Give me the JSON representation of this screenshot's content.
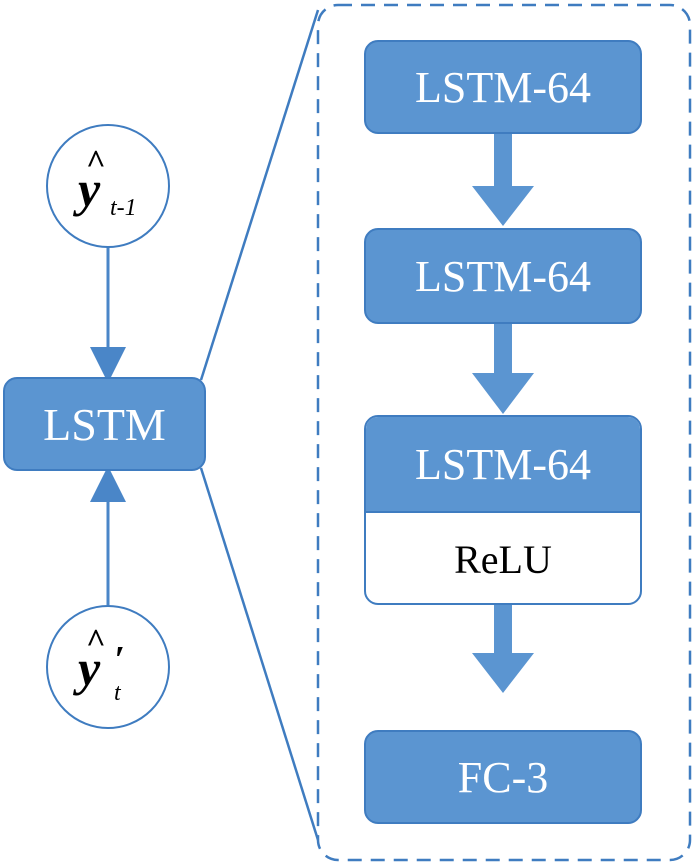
{
  "left": {
    "input_top": {
      "symbol": "y",
      "hat": "^",
      "subscript": "t-1",
      "prime": ""
    },
    "input_bottom": {
      "symbol": "y",
      "hat": "^",
      "subscript": "t",
      "prime": "′"
    },
    "lstm_label": "LSTM"
  },
  "detail": {
    "layer1": "LSTM-64",
    "layer2": "LSTM-64",
    "layer3": "LSTM-64",
    "activation": "ReLU",
    "output": "FC-3"
  },
  "colors": {
    "box_fill": "#5b95d1",
    "line": "#3f7cc0"
  }
}
